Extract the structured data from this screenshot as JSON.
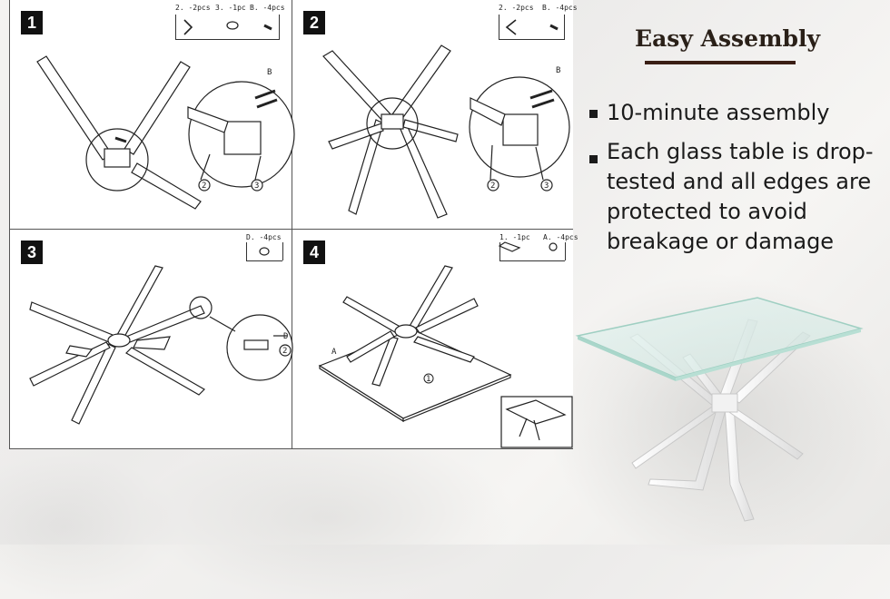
{
  "steps": [
    {
      "number": "1",
      "parts": [
        "2. -2pcs",
        "3. -1pc",
        "B. -4pcs"
      ]
    },
    {
      "number": "2",
      "parts": [
        "2. -2pcs",
        "B. -4pcs"
      ]
    },
    {
      "number": "3",
      "parts": [
        "D. -4pcs"
      ]
    },
    {
      "number": "4",
      "parts": [
        "1. -1pc",
        "A. -4pcs"
      ]
    }
  ],
  "callouts": {
    "part_b": "B",
    "part_2": "2",
    "part_3": "3",
    "part_d": "D",
    "part_a": "A",
    "part_1": "1"
  },
  "heading": "Easy Assembly",
  "bullets": [
    "10-minute assembly",
    "Each glass table is drop-tested and all edges are protected to avoid breakage or damage"
  ],
  "colors": {
    "accent_rule": "#3a1e14",
    "text": "#1a1a1a",
    "title": "#2a2018"
  }
}
